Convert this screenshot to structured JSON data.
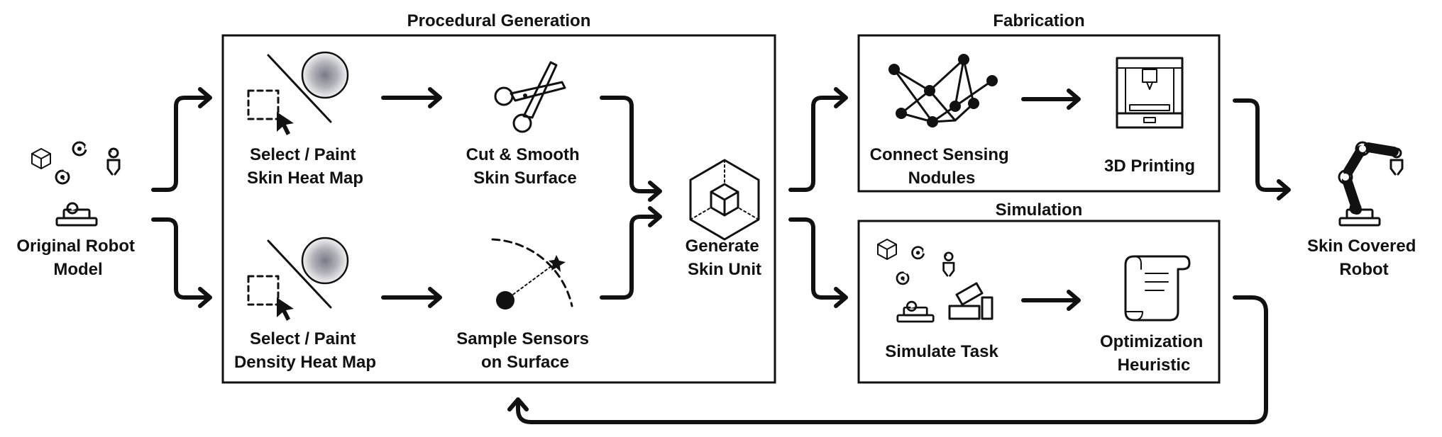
{
  "sections": {
    "procedural_generation": "Procedural Generation",
    "fabrication": "Fabrication",
    "simulation": "Simulation"
  },
  "nodes": {
    "original_robot": [
      "Original Robot",
      "Model"
    ],
    "select_skin_heat_map": [
      "Select / Paint",
      "Skin Heat Map"
    ],
    "cut_smooth": [
      "Cut & Smooth",
      "Skin Surface"
    ],
    "select_density_heat_map": [
      "Select / Paint",
      "Density Heat Map"
    ],
    "sample_sensors": [
      "Sample Sensors",
      "on Surface"
    ],
    "generate_skin_unit": [
      "Generate",
      "Skin Unit"
    ],
    "connect_sensing_nodules": [
      "Connect Sensing",
      "Nodules"
    ],
    "printing_3d": [
      "3D Printing"
    ],
    "simulate_task": [
      "Simulate Task"
    ],
    "optimization_heuristic": [
      "Optimization",
      "Heuristic"
    ],
    "skin_covered_robot": [
      "Skin Covered",
      "Robot"
    ]
  },
  "icons": [
    "cube-icon",
    "robot-arm-icon",
    "cursor-select-icon",
    "heat-map-gradient-icon",
    "scissors-icon",
    "sensor-sampling-icon",
    "cube-wireframe-icon",
    "sensing-nodules-graph-icon",
    "3d-printer-icon",
    "stacked-blocks-icon",
    "scroll-icon",
    "skin-covered-robot-icon"
  ],
  "colors": {
    "ink": "#111111",
    "background": "#ffffff"
  }
}
